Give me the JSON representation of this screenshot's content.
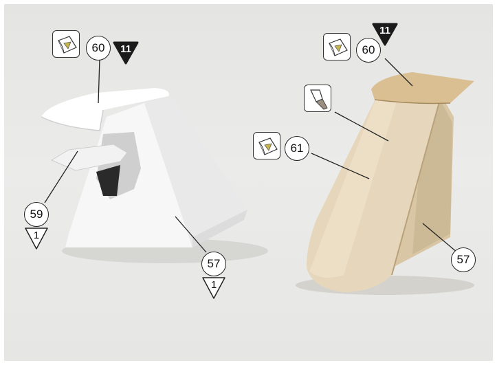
{
  "left_model": {
    "callouts": {
      "top": "60",
      "front": "59",
      "body": "57"
    },
    "qty_badges": {
      "front": "1",
      "body": "1"
    },
    "sheet_badge": "11",
    "icon": "glue-sheet-icon"
  },
  "right_model": {
    "callouts": {
      "top": "60",
      "middle": "61",
      "body": "57"
    },
    "sheet_badge": "11",
    "icons": [
      "glue-sheet-icon",
      "sanding-block-icon",
      "glue-sheet-icon"
    ]
  }
}
